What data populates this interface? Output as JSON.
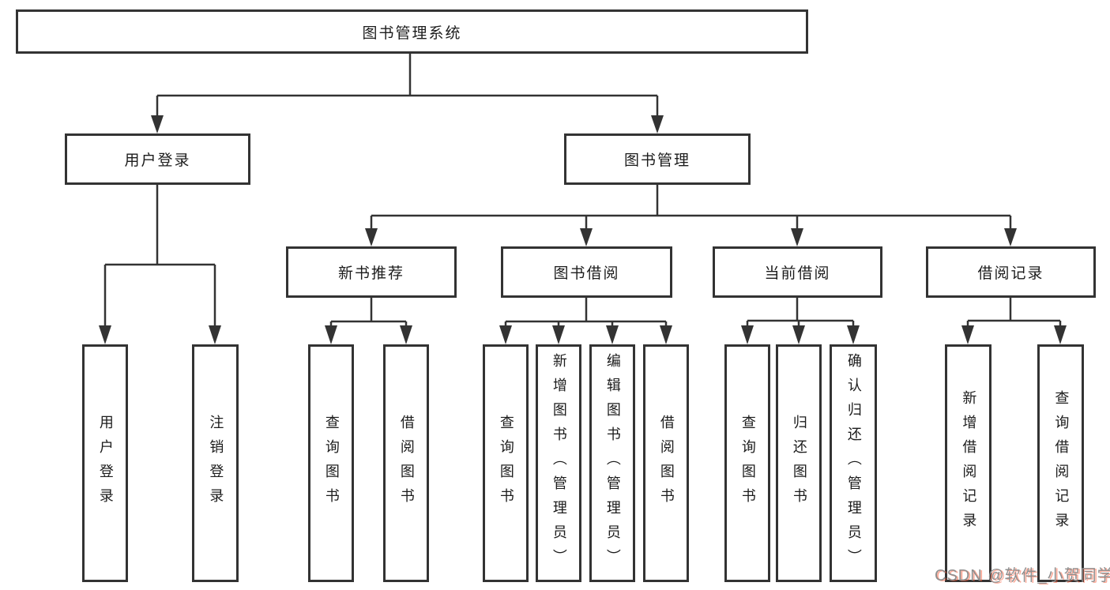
{
  "tree": {
    "label": "图书管理系统",
    "children": [
      {
        "label": "用户登录",
        "children": [
          {
            "label": "用户登录"
          },
          {
            "label": "注销登录"
          }
        ]
      },
      {
        "label": "图书管理",
        "children": [
          {
            "label": "新书推荐",
            "children": [
              {
                "label": "查询图书"
              },
              {
                "label": "借阅图书"
              }
            ]
          },
          {
            "label": "图书借阅",
            "children": [
              {
                "label": "查询图书"
              },
              {
                "label": "新增图书（管理员）"
              },
              {
                "label": "编辑图书（管理员）"
              },
              {
                "label": "借阅图书"
              }
            ]
          },
          {
            "label": "当前借阅",
            "children": [
              {
                "label": "查询图书"
              },
              {
                "label": "归还图书"
              },
              {
                "label": "确认归还（管理员）"
              }
            ]
          },
          {
            "label": "借阅记录",
            "children": [
              {
                "label": "新增借阅记录"
              },
              {
                "label": "查询借阅记录"
              }
            ]
          }
        ]
      }
    ]
  },
  "watermark": {
    "text": "CSDN @软件_小贺同学"
  },
  "colors": {
    "line": "#333333",
    "node_border": "#333333",
    "node_text": "#1c1c1c",
    "background": "#ffffff",
    "watermark_gray": "#8f8f8f",
    "watermark_red": "#fc5531"
  }
}
